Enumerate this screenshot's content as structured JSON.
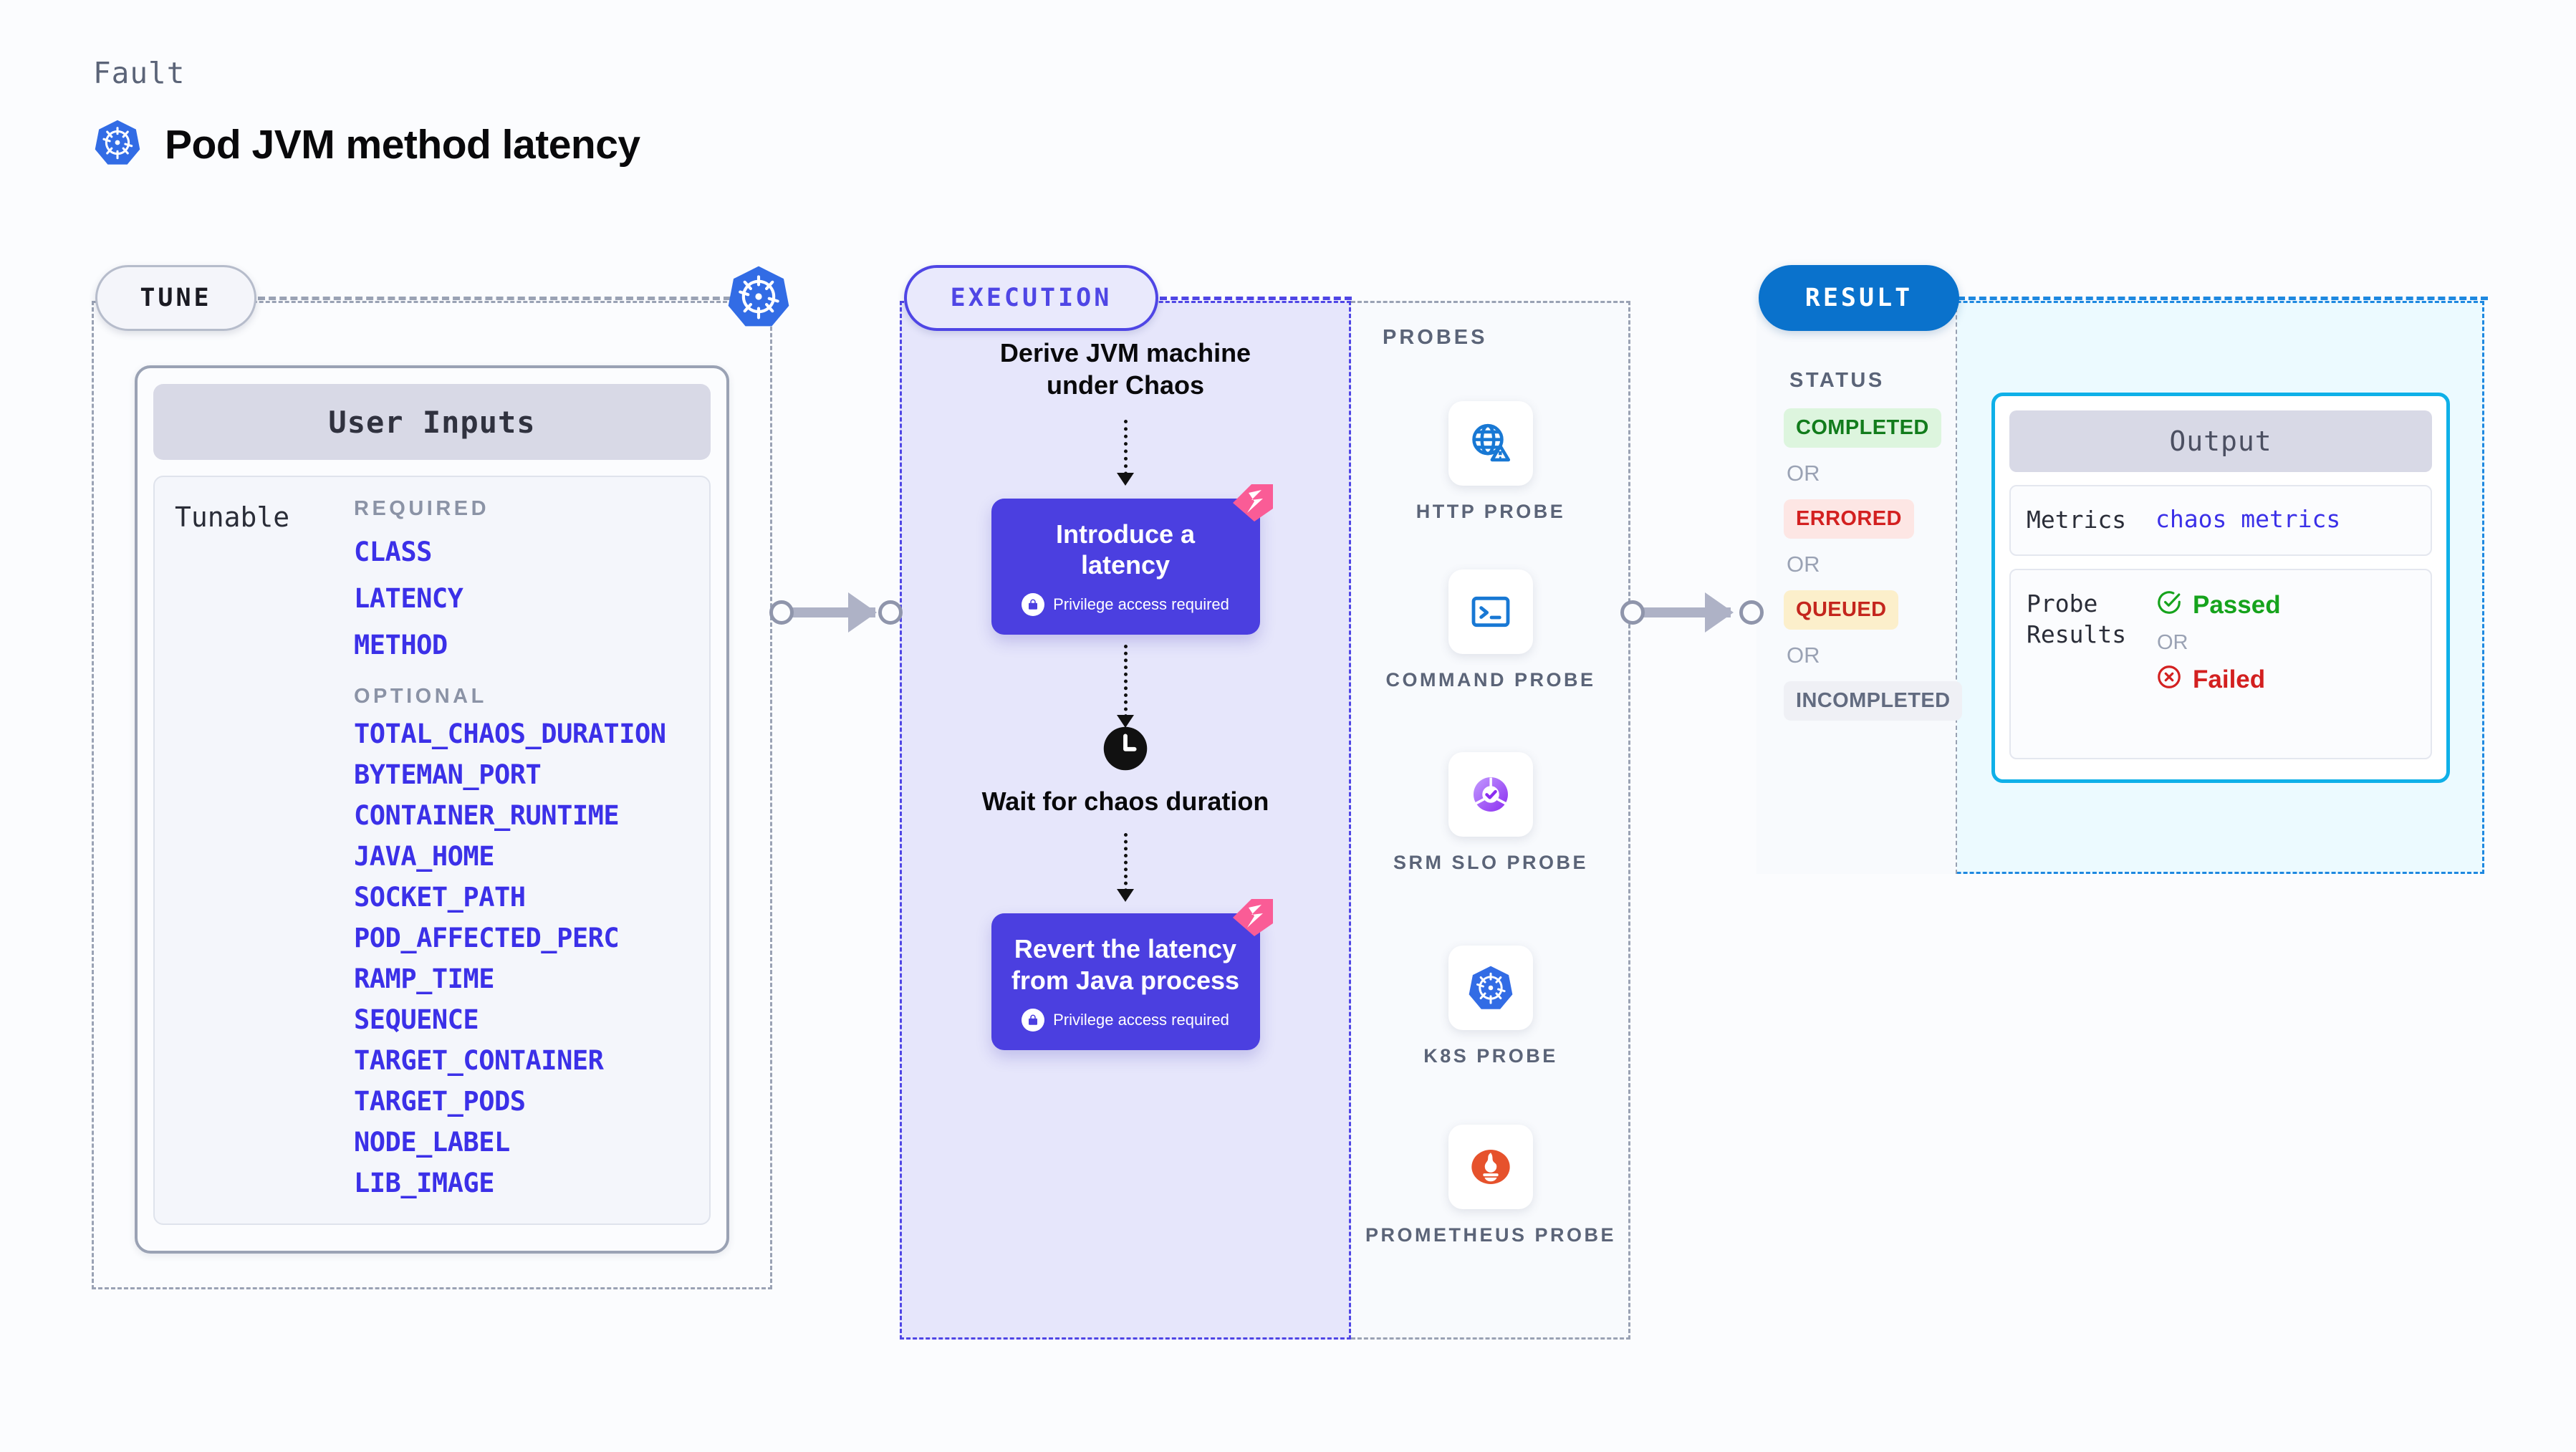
{
  "header": {
    "kicker": "Fault",
    "title": "Pod JVM method latency",
    "icon": "kubernetes-icon"
  },
  "sections": {
    "tune": {
      "pill_label": "TUNE",
      "badge_icon": "kubernetes-icon"
    },
    "execution": {
      "pill_label": "EXECUTION"
    },
    "probes": {
      "title": "PROBES"
    },
    "result": {
      "pill_label": "RESULT"
    }
  },
  "user_inputs": {
    "header": "User Inputs",
    "row_label": "Tunable",
    "required_label": "REQUIRED",
    "optional_label": "OPTIONAL",
    "required": [
      "CLASS",
      "LATENCY",
      "METHOD"
    ],
    "optional": [
      "TOTAL_CHAOS_DURATION",
      "BYTEMAN_PORT",
      "CONTAINER_RUNTIME",
      "JAVA_HOME",
      "SOCKET_PATH",
      "POD_AFFECTED_PERC",
      "RAMP_TIME",
      "SEQUENCE",
      "TARGET_CONTAINER",
      "TARGET_PODS",
      "NODE_LABEL",
      "LIB_IMAGE"
    ]
  },
  "execution_flow": {
    "step1_text": "Derive JVM machine under Chaos",
    "step2_title": "Introduce a latency",
    "step2_sub": "Privilege access required",
    "step3_text": "Wait for chaos duration",
    "step3_icon": "clock-icon",
    "step4_title": "Revert the latency from Java process",
    "step4_sub": "Privilege access required",
    "badge_icon": "harness-chaos-icon",
    "lock_icon": "lock-icon"
  },
  "probes": [
    {
      "label": "HTTP PROBE",
      "icon": "globe-warning-icon"
    },
    {
      "label": "COMMAND PROBE",
      "icon": "terminal-icon"
    },
    {
      "label": "SRM SLO PROBE",
      "icon": "slo-donut-check-icon"
    },
    {
      "label": "K8S PROBE",
      "icon": "kubernetes-icon"
    },
    {
      "label": "PROMETHEUS PROBE",
      "icon": "prometheus-flame-icon"
    }
  ],
  "result": {
    "status_title": "STATUS",
    "or_label": "OR",
    "statuses": [
      {
        "label": "COMPLETED",
        "tone": "success"
      },
      {
        "label": "ERRORED",
        "tone": "error"
      },
      {
        "label": "QUEUED",
        "tone": "warning"
      },
      {
        "label": "INCOMPLETED",
        "tone": "neutral"
      }
    ]
  },
  "output": {
    "header": "Output",
    "metrics_key": "Metrics",
    "metrics_value": "chaos metrics",
    "probe_results_key": "Probe Results",
    "passed_label": "Passed",
    "failed_label": "Failed",
    "or_label": "OR",
    "passed_icon": "check-circle-icon",
    "failed_icon": "x-circle-icon"
  },
  "colors": {
    "accent_indigo": "#4B3FE0",
    "accent_blue": "#0A72CC",
    "accent_cyan": "#0FB0E8",
    "param_blue": "#3B30E8",
    "success": "#16A31C",
    "error": "#D32020",
    "warning": "#C4261D",
    "k8s_blue": "#326CE5",
    "pink_badge": "#FA5C96",
    "prometheus_orange": "#E6522C"
  }
}
